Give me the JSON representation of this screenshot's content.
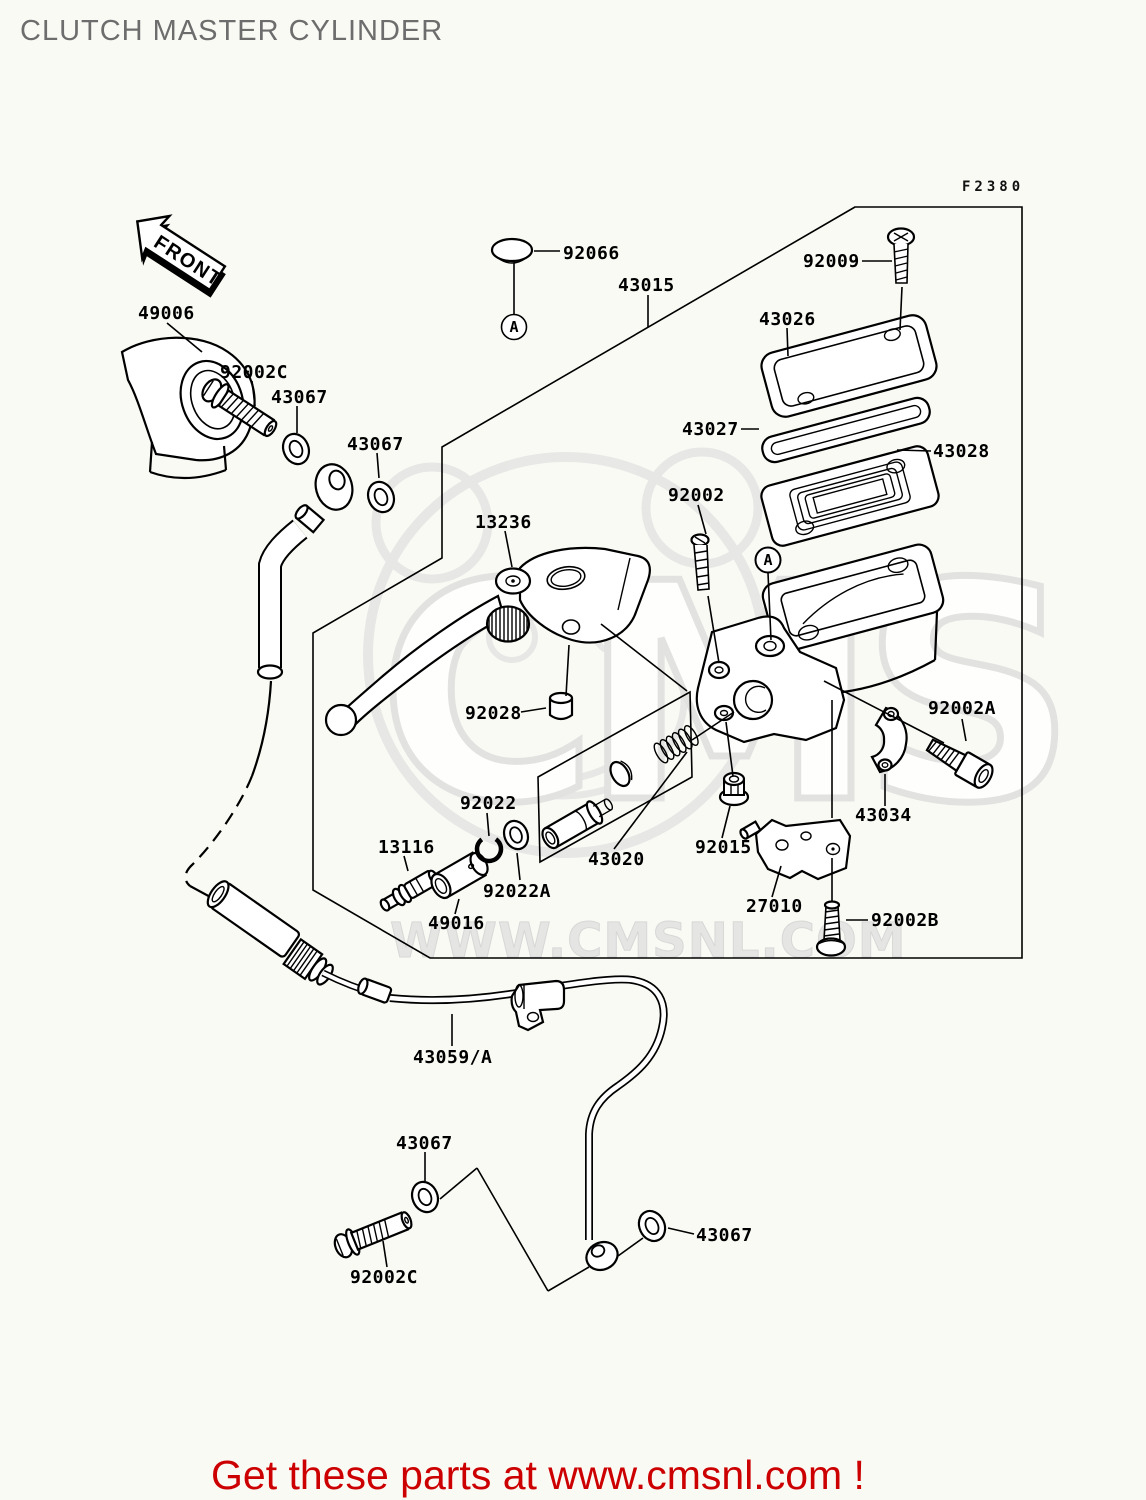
{
  "page": {
    "title": "CLUTCH MASTER CYLINDER",
    "figure_code": "F2380",
    "front_label": "FRONT",
    "footer": "Get these parts at www.cmsnl.com !",
    "watermark_big": "CMS",
    "watermark_url": "WWW.CMSNL.COM"
  },
  "colors": {
    "background": "#fafaf5",
    "line": "#000000",
    "title_gray": "#6d6d6d",
    "footer_red": "#cc0000",
    "watermark_gray": "#e2e2e2"
  },
  "detail_marker": "A",
  "labels": {
    "l92066": "92066",
    "l43015": "43015",
    "l92009": "92009",
    "l43026": "43026",
    "l43027": "43027",
    "l43028": "43028",
    "l92002": "92002",
    "l13236": "13236",
    "l92028": "92028",
    "l92022": "92022",
    "l13116": "13116",
    "l92022A": "92022A",
    "l49016": "49016",
    "l43020": "43020",
    "l92015": "92015",
    "l27010": "27010",
    "l92002B": "92002B",
    "l43034": "43034",
    "l92002A": "92002A",
    "l49006": "49006",
    "l92002C_top": "92002C",
    "l43067_top1": "43067",
    "l43067_top2": "43067",
    "l43059": "43059/A",
    "l43067_bottom1": "43067",
    "l92002C_bottom": "92002C",
    "l43067_bottom2": "43067"
  }
}
